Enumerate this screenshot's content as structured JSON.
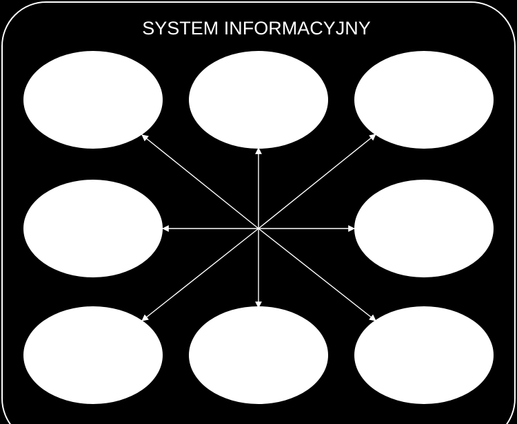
{
  "title": "SYSTEM INFORMACYJNY",
  "colors": {
    "background": "#000000",
    "frame_stroke": "#ffffff",
    "node_fill": "#ffffff",
    "connector_stroke": "#ffffff"
  },
  "nodes": [
    {
      "id": "top-left",
      "label": ""
    },
    {
      "id": "top-center",
      "label": ""
    },
    {
      "id": "top-right",
      "label": ""
    },
    {
      "id": "middle-left",
      "label": ""
    },
    {
      "id": "middle-right",
      "label": ""
    },
    {
      "id": "bottom-left",
      "label": ""
    },
    {
      "id": "bottom-center",
      "label": ""
    },
    {
      "id": "bottom-right",
      "label": ""
    }
  ],
  "connections": [
    {
      "from": "hub",
      "to": "top-left",
      "arrow": "end"
    },
    {
      "from": "hub",
      "to": "top-center",
      "arrow": "end"
    },
    {
      "from": "hub",
      "to": "top-right",
      "arrow": "end"
    },
    {
      "from": "hub",
      "to": "middle-left",
      "arrow": "end"
    },
    {
      "from": "hub",
      "to": "middle-right",
      "arrow": "end"
    },
    {
      "from": "hub",
      "to": "bottom-left",
      "arrow": "end"
    },
    {
      "from": "hub",
      "to": "bottom-center",
      "arrow": "end"
    },
    {
      "from": "hub",
      "to": "bottom-right",
      "arrow": "end"
    }
  ]
}
